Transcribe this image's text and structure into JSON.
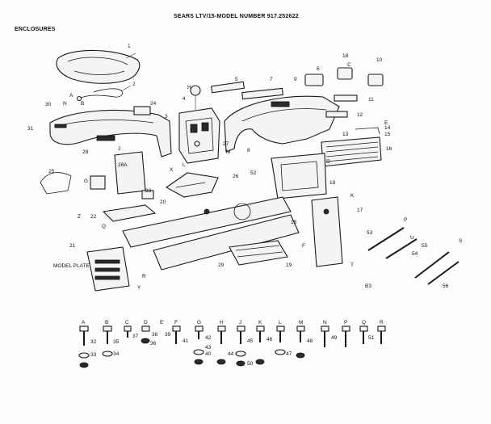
{
  "header": {
    "title": "SEARS LTV/15-MODEL NUMBER 917.252622"
  },
  "section": {
    "label": "ENCLOSURES"
  },
  "callouts": [
    "1",
    "2",
    "3",
    "4",
    "5",
    "6",
    "7",
    "8",
    "9",
    "10",
    "11",
    "12",
    "13",
    "14",
    "15",
    "16",
    "17",
    "18",
    "19",
    "20",
    "21",
    "22",
    "23",
    "24",
    "25",
    "26",
    "27",
    "28",
    "28A",
    "29",
    "30",
    "31",
    "32",
    "33",
    "34",
    "35",
    "36",
    "37",
    "38",
    "39",
    "40",
    "41",
    "42",
    "43",
    "44",
    "45",
    "46",
    "47",
    "48",
    "49",
    "50",
    "51",
    "52",
    "53",
    "54",
    "55",
    "56"
  ],
  "letter_marks": [
    "A",
    "B",
    "C",
    "D",
    "E",
    "F",
    "G",
    "H",
    "J",
    "K",
    "L",
    "M",
    "N",
    "P",
    "Q",
    "R",
    "S",
    "T",
    "U",
    "X",
    "Y",
    "Z"
  ],
  "model_plate_label": "MODEL PLATE",
  "page_mark": "B3"
}
